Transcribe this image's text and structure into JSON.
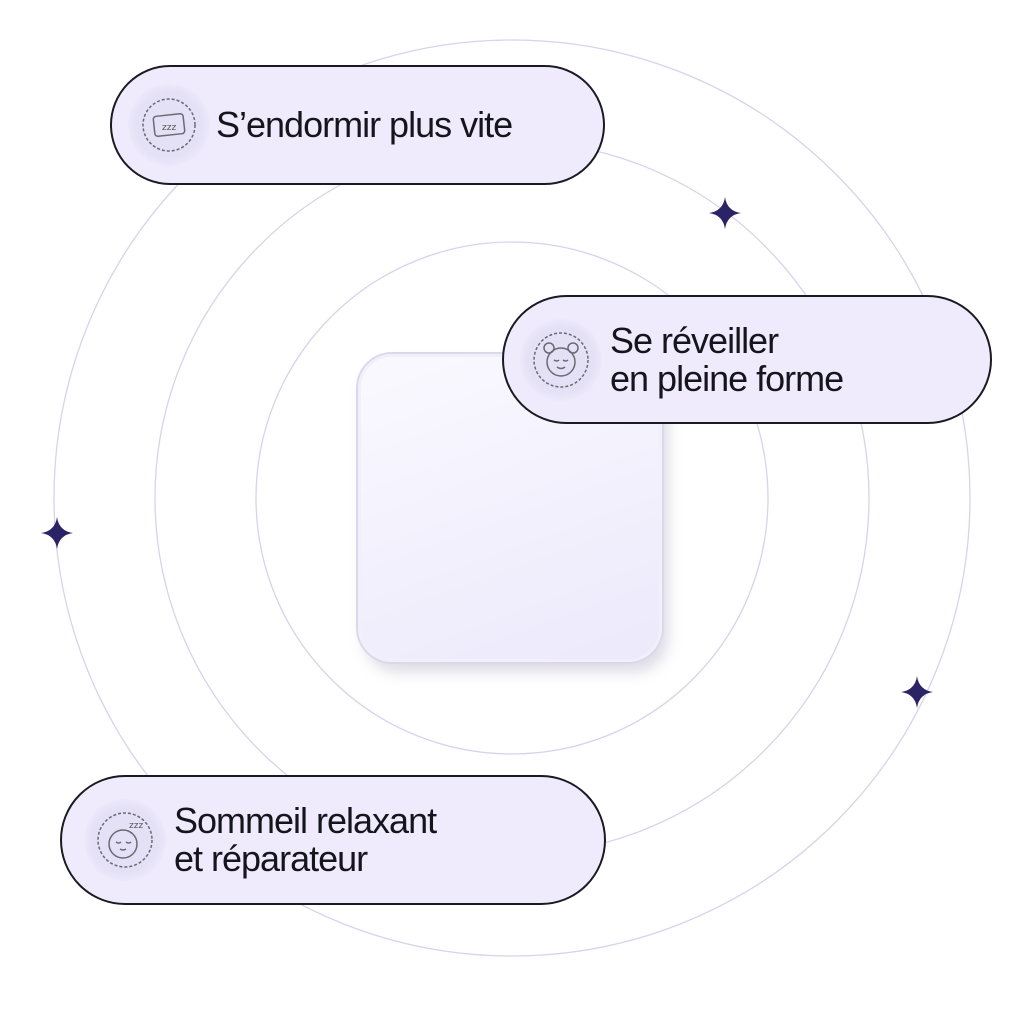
{
  "features": [
    {
      "label_lines": [
        "S’endormir plus vite"
      ],
      "icon": "pillow-zzz-icon"
    },
    {
      "label_lines": [
        "Se réveiller",
        "en pleine forme"
      ],
      "icon": "alarm-clock-face-icon"
    },
    {
      "label_lines": [
        "Sommeil relaxant",
        "et réparateur"
      ],
      "icon": "sleeping-face-icon"
    }
  ],
  "colors": {
    "pill_bg": "#efebfc",
    "ring": "#d6d3ec",
    "star": "#2a2466",
    "text": "#15151c"
  }
}
